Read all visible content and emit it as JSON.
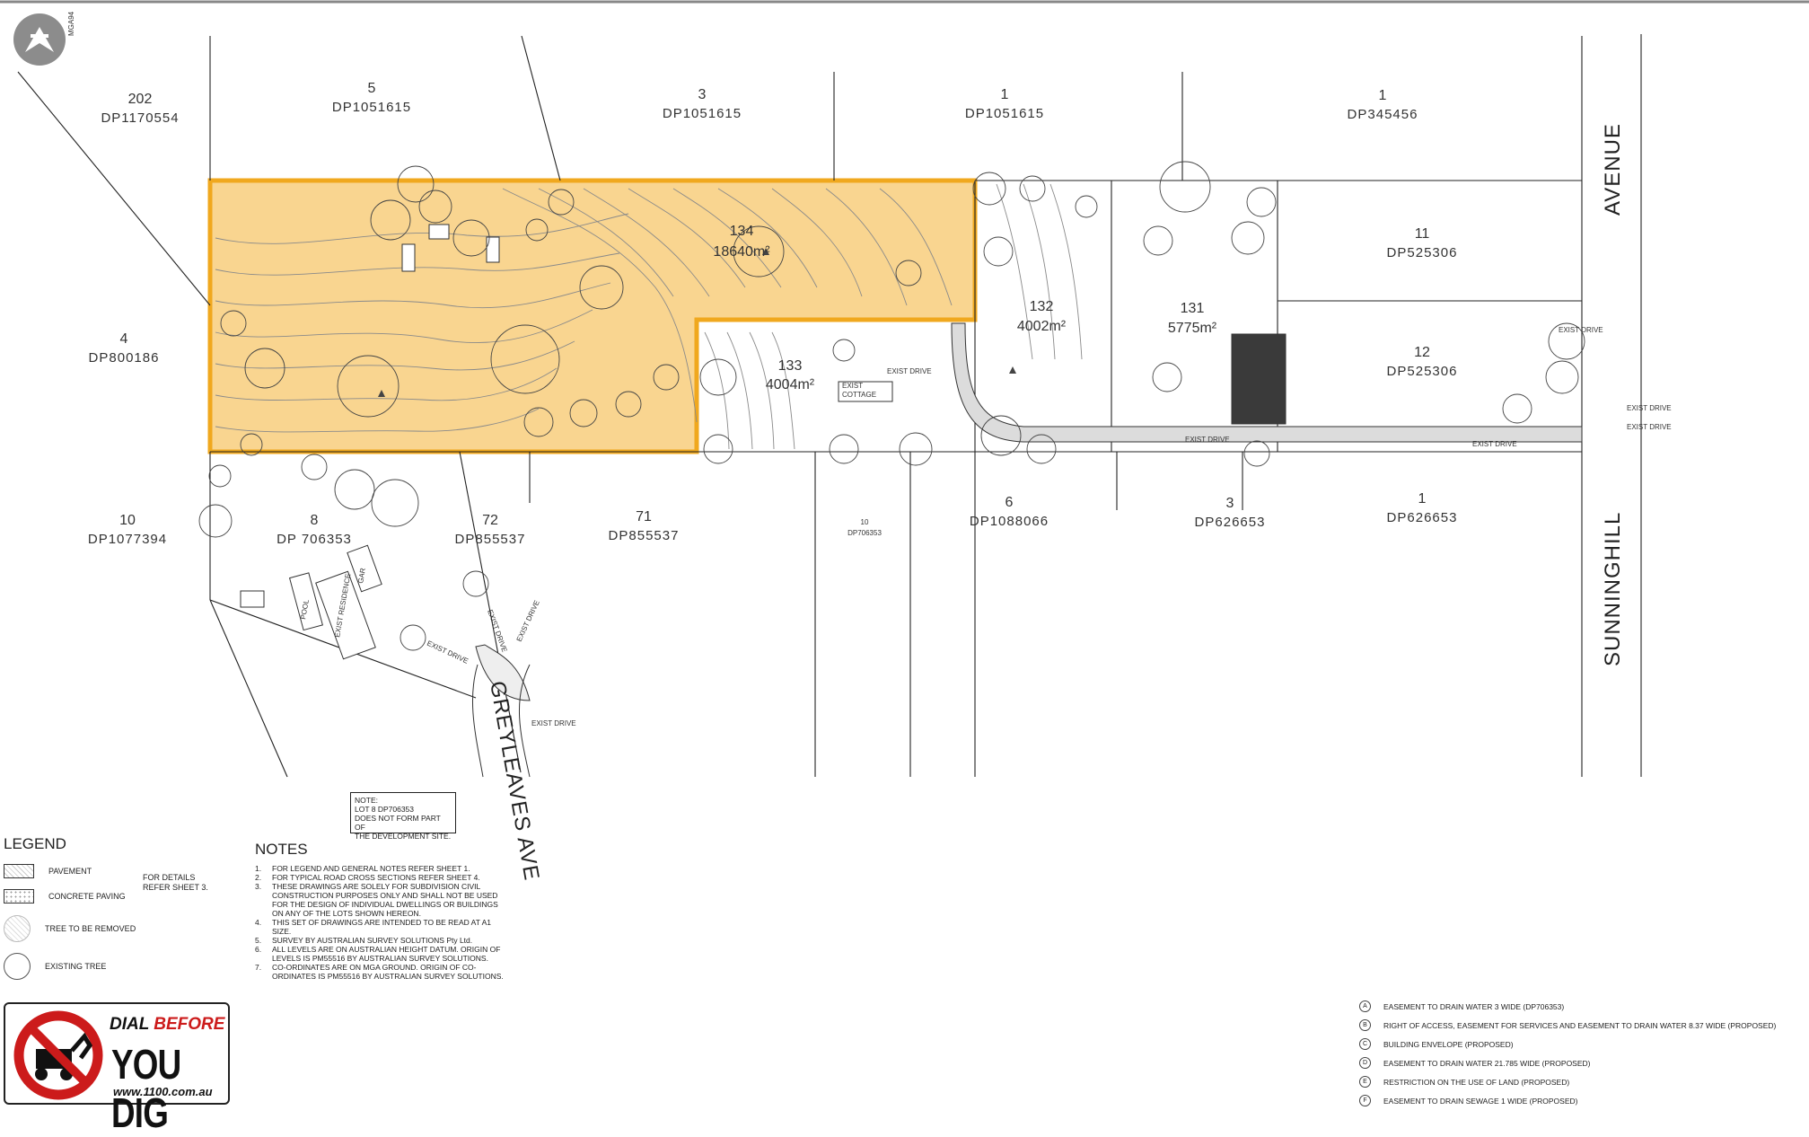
{
  "north_arrow": {
    "label": "MGA94"
  },
  "lots": {
    "202": {
      "num": "202",
      "dp": "DP1170554"
    },
    "5": {
      "num": "5",
      "dp": "DP1051615"
    },
    "3": {
      "num": "3",
      "dp": "DP1051615"
    },
    "1a": {
      "num": "1",
      "dp": "DP1051615"
    },
    "1b": {
      "num": "1",
      "dp": "DP345456"
    },
    "11": {
      "num": "11",
      "dp": "DP525306"
    },
    "4": {
      "num": "4",
      "dp": "DP800186"
    },
    "12": {
      "num": "12",
      "dp": "DP525306"
    },
    "10a": {
      "num": "10",
      "dp": "DP1077394"
    },
    "8": {
      "num": "8",
      "dp": "DP 706353"
    },
    "72": {
      "num": "72",
      "dp": "DP855537"
    },
    "71": {
      "num": "71",
      "dp": "DP855537"
    },
    "10b": {
      "num": "10",
      "dp": "DP706353"
    },
    "6": {
      "num": "6",
      "dp": "DP1088066"
    },
    "3b": {
      "num": "3",
      "dp": "DP626653"
    },
    "1c": {
      "num": "1",
      "dp": "DP626653"
    }
  },
  "proposed_lots": [
    {
      "num": "134",
      "area": "18640m²"
    },
    {
      "num": "133",
      "area": "4004m²"
    },
    {
      "num": "132",
      "area": "4002m²"
    },
    {
      "num": "131",
      "area": "5775m²"
    }
  ],
  "streets": {
    "avenue": "AVENUE",
    "sunninghill": "SUNNINGHILL",
    "greyleaves": "GREYLEAVES AVE"
  },
  "map_labels": {
    "exist_drive": "EXIST DRIVE",
    "exist_cottage_1": "EXIST",
    "exist_cottage_2": "COTTAGE",
    "pool": "POOL",
    "exist_residence": "EXIST RESIDENCE",
    "gar": "GAR"
  },
  "note_box": [
    "NOTE:",
    "LOT 8 DP706353",
    "DOES NOT FORM PART OF",
    "THE DEVELOPMENT SITE."
  ],
  "legend": {
    "title": "LEGEND",
    "items": [
      {
        "label": "PAVEMENT"
      },
      {
        "label": "CONCRETE PAVING"
      },
      {
        "label": "TREE TO BE REMOVED"
      },
      {
        "label": "EXISTING TREE"
      }
    ],
    "refer": "FOR DETAILS REFER SHEET 3."
  },
  "notes": {
    "title": "NOTES",
    "items": [
      {
        "n": "1.",
        "text": "FOR LEGEND AND GENERAL NOTES REFER SHEET 1."
      },
      {
        "n": "2.",
        "text": "FOR TYPICAL ROAD CROSS SECTIONS REFER SHEET 4."
      },
      {
        "n": "3.",
        "text": "THESE DRAWINGS ARE SOLELY FOR SUBDIVISION CIVIL CONSTRUCTION PURPOSES ONLY AND SHALL NOT BE USED FOR THE DESIGN OF INDIVIDUAL DWELLINGS OR BUILDINGS ON ANY OF THE LOTS SHOWN HEREON."
      },
      {
        "n": "4.",
        "text": "THIS SET OF DRAWINGS ARE INTENDED TO BE READ AT A1 SIZE."
      },
      {
        "n": "5.",
        "text": "SURVEY BY AUSTRALIAN SURVEY SOLUTIONS Pty Ltd."
      },
      {
        "n": "6.",
        "text": "ALL LEVELS ARE ON AUSTRALIAN HEIGHT DATUM. ORIGIN OF LEVELS IS PM55516 BY AUSTRALIAN SURVEY SOLUTIONS."
      },
      {
        "n": "7.",
        "text": "CO-ORDINATES ARE ON MGA GROUND. ORIGIN OF CO-ORDINATES IS PM55516 BY AUSTRALIAN SURVEY SOLUTIONS."
      }
    ]
  },
  "easements": [
    {
      "code": "A",
      "text": "EASEMENT TO DRAIN WATER 3 WIDE (DP706353)"
    },
    {
      "code": "B",
      "text": "RIGHT OF ACCESS, EASEMENT FOR SERVICES AND EASEMENT TO DRAIN WATER 8.37 WIDE (PROPOSED)"
    },
    {
      "code": "C",
      "text": "BUILDING ENVELOPE (PROPOSED)"
    },
    {
      "code": "D",
      "text": "EASEMENT TO DRAIN WATER 21.785 WIDE (PROPOSED)"
    },
    {
      "code": "E",
      "text": "RESTRICTION ON THE USE OF LAND (PROPOSED)"
    },
    {
      "code": "F",
      "text": "EASEMENT TO DRAIN SEWAGE 1 WIDE (PROPOSED)"
    }
  ],
  "dial_before_you_dig": {
    "dial": "DIAL",
    "before": "BEFORE",
    "you_dig": "YOU DIG",
    "url": "www.1100.com.au"
  },
  "colors": {
    "highlight_fill": "#f9d590",
    "highlight_stroke": "#f0a81e",
    "line": "#222222",
    "contour": "#8a8a8a",
    "dbyd_red": "#cc1b1b"
  }
}
